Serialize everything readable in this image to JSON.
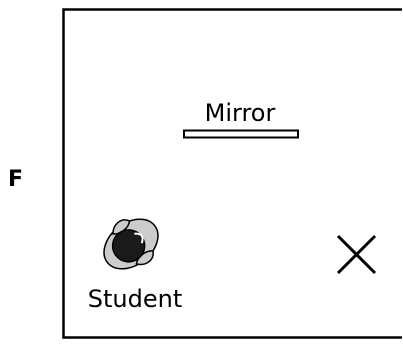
{
  "figure_label": "F",
  "mirror": {
    "label": "Mirror"
  },
  "student": {
    "label": "Student"
  },
  "target": {
    "icon": "x-mark-icon"
  },
  "colors": {
    "ink": "#000000",
    "shoulder_fill": "#cccccc",
    "hair_fill": "#1a1a1a",
    "background": "#ffffff"
  }
}
